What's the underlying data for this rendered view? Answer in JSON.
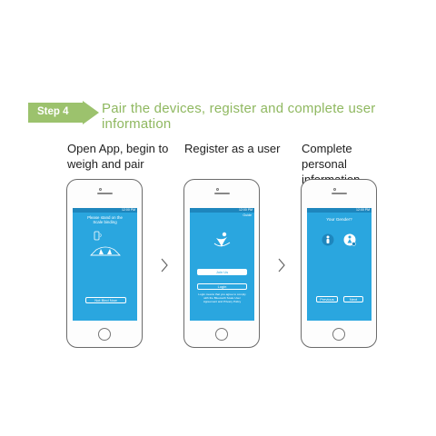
{
  "header": {
    "step_label": "Step 4",
    "title": "Pair the devices, register and complete user information",
    "accent_color": "#9cc26d"
  },
  "columns": [
    {
      "caption": "Open App, begin to weigh and pair",
      "screen": {
        "status": "12:00 PM",
        "message": "Please stand on the Scale binding",
        "button": "Not Bind Now"
      }
    },
    {
      "caption": "Register as a user",
      "screen": {
        "status": "12:00 PM",
        "skip": "Guide",
        "join_button": "Join Us",
        "login_button": "Login",
        "terms": "Login means that you agree to comply with the Bluetooth Scale User Agreement and Privacy Policy"
      }
    },
    {
      "caption": "Complete personal information",
      "screen": {
        "status": "12:00 PM",
        "question": "Your Gender?",
        "previous_button": "Previous",
        "next_button": "Next"
      }
    }
  ],
  "colors": {
    "screen_blue": "#2aa6df",
    "status_blue": "#1e86bd"
  },
  "icons": [
    "next-arrow-icon",
    "phone-bluetooth-icon",
    "scale-icon",
    "person-logo-icon",
    "male-icon",
    "female-icon"
  ]
}
